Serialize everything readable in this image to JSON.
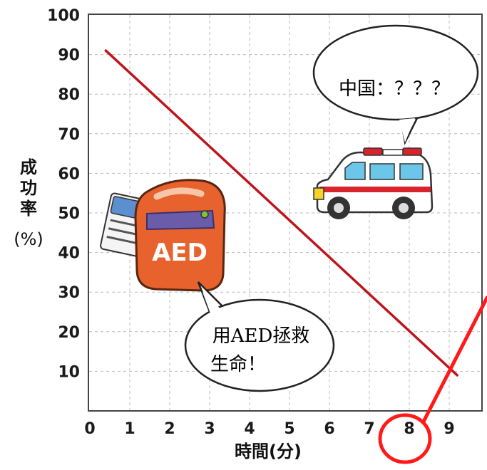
{
  "chart_data": {
    "type": "line",
    "ylabel_lines": [
      "成",
      "功",
      "率",
      "(%)"
    ],
    "xlabel": "時間(分)",
    "x_ticks": [
      "0",
      "1",
      "2",
      "3",
      "4",
      "5",
      "6",
      "7",
      "8",
      "9"
    ],
    "y_ticks": [
      "10",
      "20",
      "30",
      "40",
      "50",
      "60",
      "70",
      "80",
      "90",
      "100"
    ],
    "xlim": [
      0,
      10
    ],
    "ylim": [
      0,
      100
    ],
    "grid": true,
    "series": [
      {
        "x": [
          0.4,
          9.2
        ],
        "y": [
          91,
          9
        ],
        "color": "#c0141c"
      }
    ],
    "highlighted_tick": "8"
  },
  "bubbles": {
    "ambulance_text": "中国：？？？",
    "aed_line1": "用AED拯救",
    "aed_line2": "生命！"
  },
  "aed_device": {
    "label": "AED",
    "body_color": "#e8622e"
  },
  "colors": {
    "line": "#c0141c",
    "annotation": "#ff1a1a",
    "grid": "#bbbbbb"
  }
}
